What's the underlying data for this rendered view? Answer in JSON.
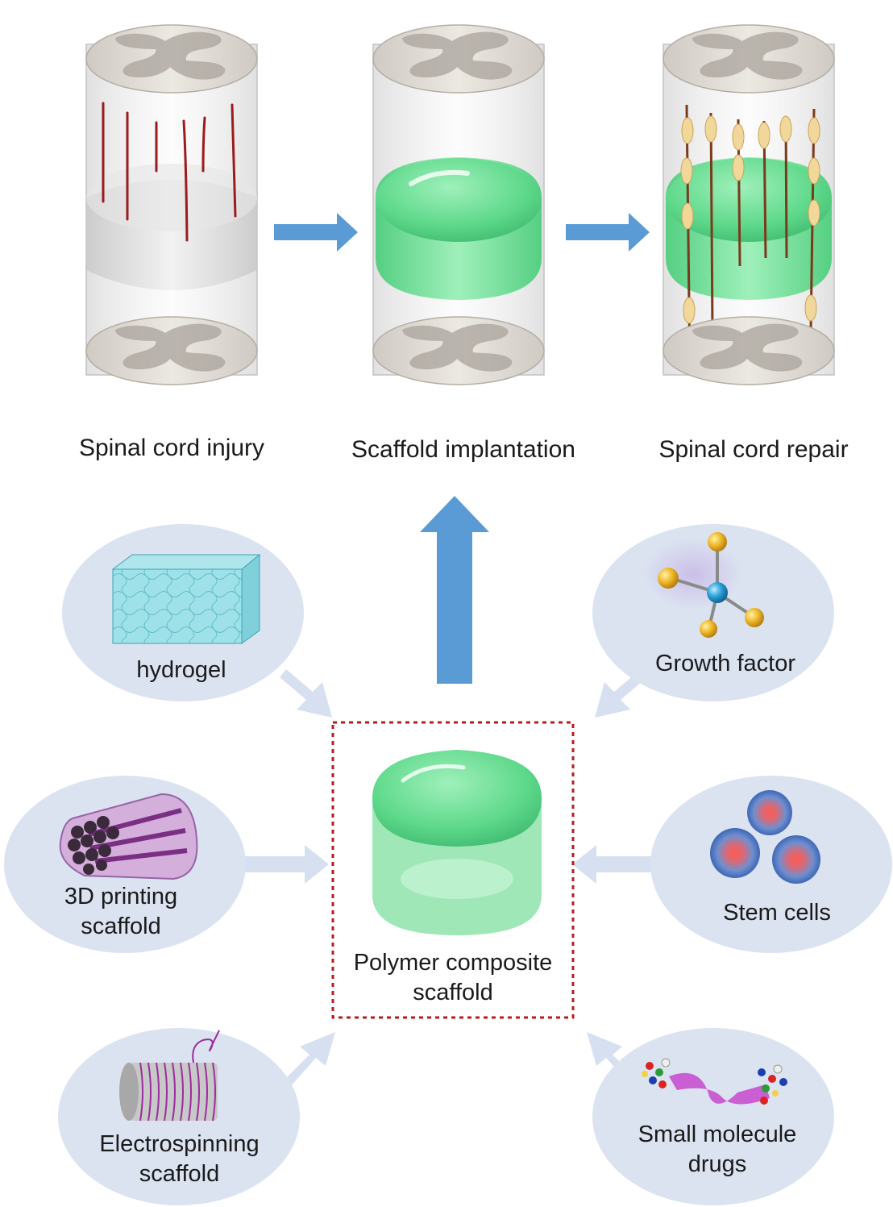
{
  "stages": [
    {
      "id": "injury",
      "label": "Spinal cord injury"
    },
    {
      "id": "implant",
      "label": "Scaffold implantation"
    },
    {
      "id": "repair",
      "label": "Spinal cord repair"
    }
  ],
  "center": {
    "line1": "Polymer composite",
    "line2": "scaffold"
  },
  "components": {
    "hydrogel": {
      "line1": "hydrogel",
      "line2": ""
    },
    "growth_factor": {
      "line1": "Growth factor",
      "line2": ""
    },
    "printing_3d": {
      "line1": "3D printing",
      "line2": "scaffold"
    },
    "stem_cells": {
      "line1": "Stem cells",
      "line2": ""
    },
    "electrospinning": {
      "line1": "Electrospinning",
      "line2": "scaffold"
    },
    "small_molecule": {
      "line1": "Small molecule",
      "line2": "drugs"
    }
  },
  "colors": {
    "bubble": "#dbe3f1",
    "arrow_light": "#d6e0f0",
    "arrow_blue": "#5b9bd5",
    "scaffold_green": "#5fd98b",
    "dashed_box": "#b71c1c",
    "axon_red": "#9b1c1c",
    "cell_yellow": "#f2d79a"
  }
}
